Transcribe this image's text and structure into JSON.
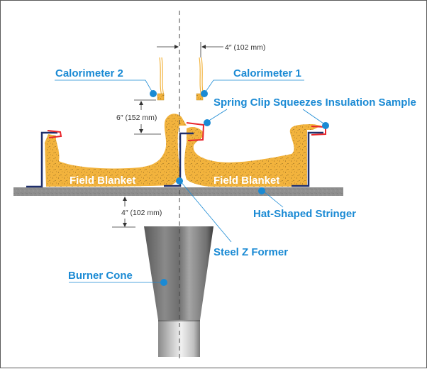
{
  "diagram": {
    "labels": {
      "calorimeter_2": "Calorimeter 2",
      "calorimeter_1": "Calorimeter 1",
      "spring_clip": "Spring Clip Squeezes Insulation Sample",
      "field_blanket_left": "Field Blanket",
      "field_blanket_right": "Field Blanket",
      "hat_stringer": "Hat-Shaped Stringer",
      "steel_z_former": "Steel Z Former",
      "burner_cone": "Burner Cone"
    },
    "dimensions": {
      "calorimeter_offset": "4″ (102 mm)",
      "calorimeter_height": "6″ (152 mm)",
      "burner_gap": "4″ (102 mm)"
    },
    "colors": {
      "label_blue": "#1a8ad4",
      "insulation": "#f2b33d",
      "frame_steel": "#1f2f6b",
      "spring_clip": "#e8252b",
      "skin": "#8c8c8c"
    }
  }
}
